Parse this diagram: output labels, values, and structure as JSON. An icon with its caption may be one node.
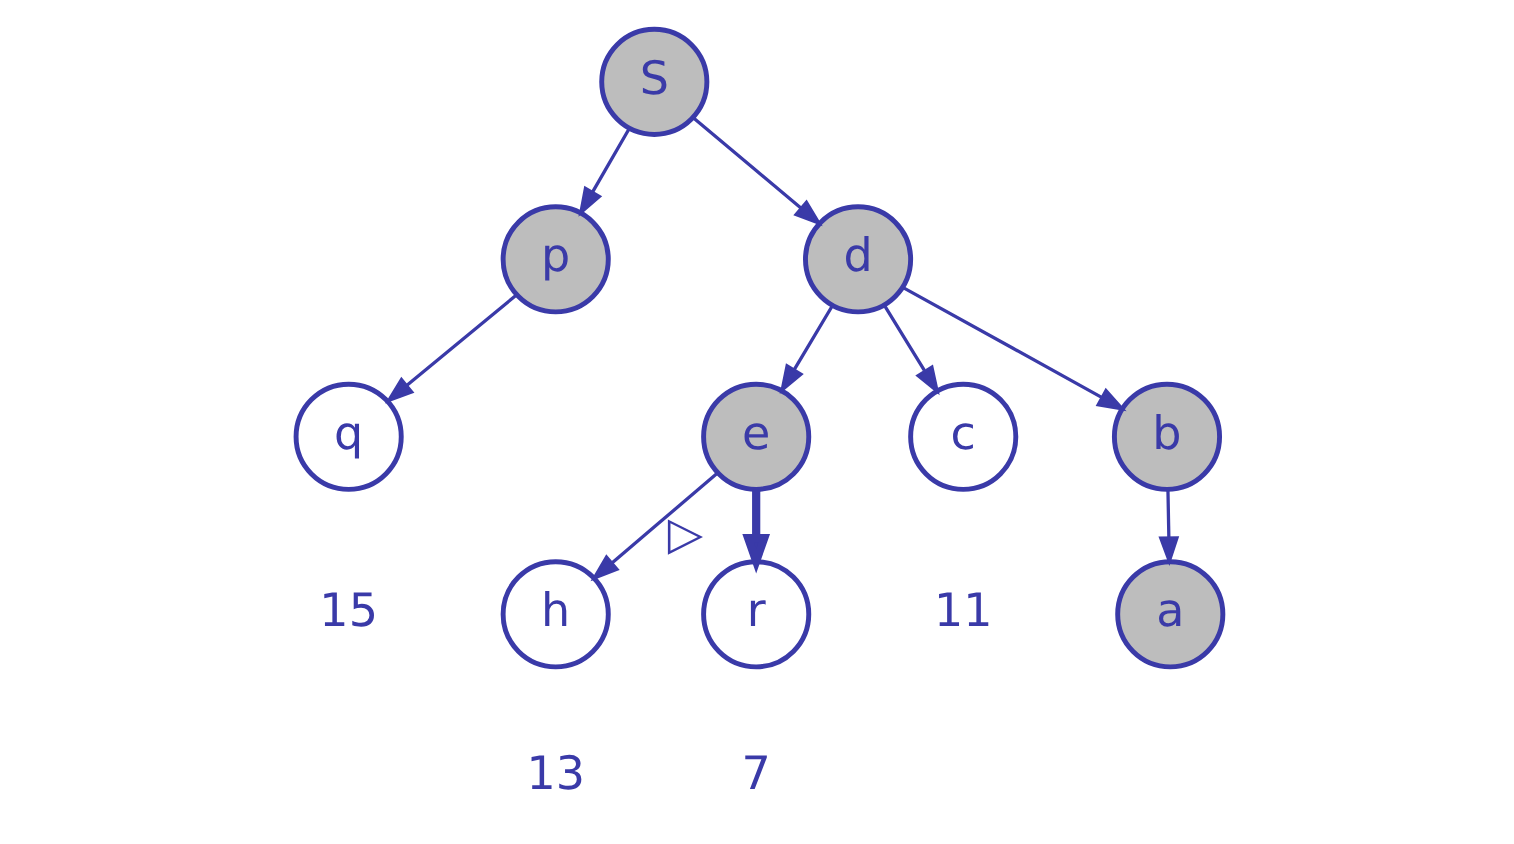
{
  "diagram": {
    "nodes": [
      {
        "text": [
          "S"
        ]
      },
      {
        "text": [
          "p"
        ]
      },
      {
        "text": [
          "d"
        ]
      },
      {
        "text": [
          "q"
        ],
        "beside": [
          "15"
        ]
      },
      {
        "text": [
          "e"
        ]
      },
      {
        "text": [
          "c"
        ],
        "beside": [
          "11"
        ]
      },
      {
        "text": [
          "b"
        ]
      },
      {
        "text": [
          "h"
        ],
        "beside": [
          "13"
        ]
      },
      {
        "text": [
          "r"
        ],
        "beside": [
          "▷",
          "7"
        ]
      },
      {
        "text": [
          "a"
        ]
      }
    ],
    "edges": [
      {
        "from": 0,
        "to": 1,
        "arrow": "to"
      },
      {
        "from": 0,
        "to": 2,
        "arrow": "to"
      },
      {
        "from": 1,
        "to": 3,
        "arrow": "to"
      },
      {
        "from": 2,
        "to": 4,
        "arrow": "to"
      },
      {
        "from": 2,
        "to": 5,
        "arrow": "to"
      },
      {
        "from": 2,
        "to": 6,
        "arrow": "to"
      },
      {
        "from": 4,
        "to": 7,
        "arrow": "to"
      },
      {
        "from": 4,
        "to": 8,
        "arrow": "to",
        "style": "thick"
      },
      {
        "from": 6,
        "to": 9,
        "arrow": "to"
      }
    ]
  }
}
